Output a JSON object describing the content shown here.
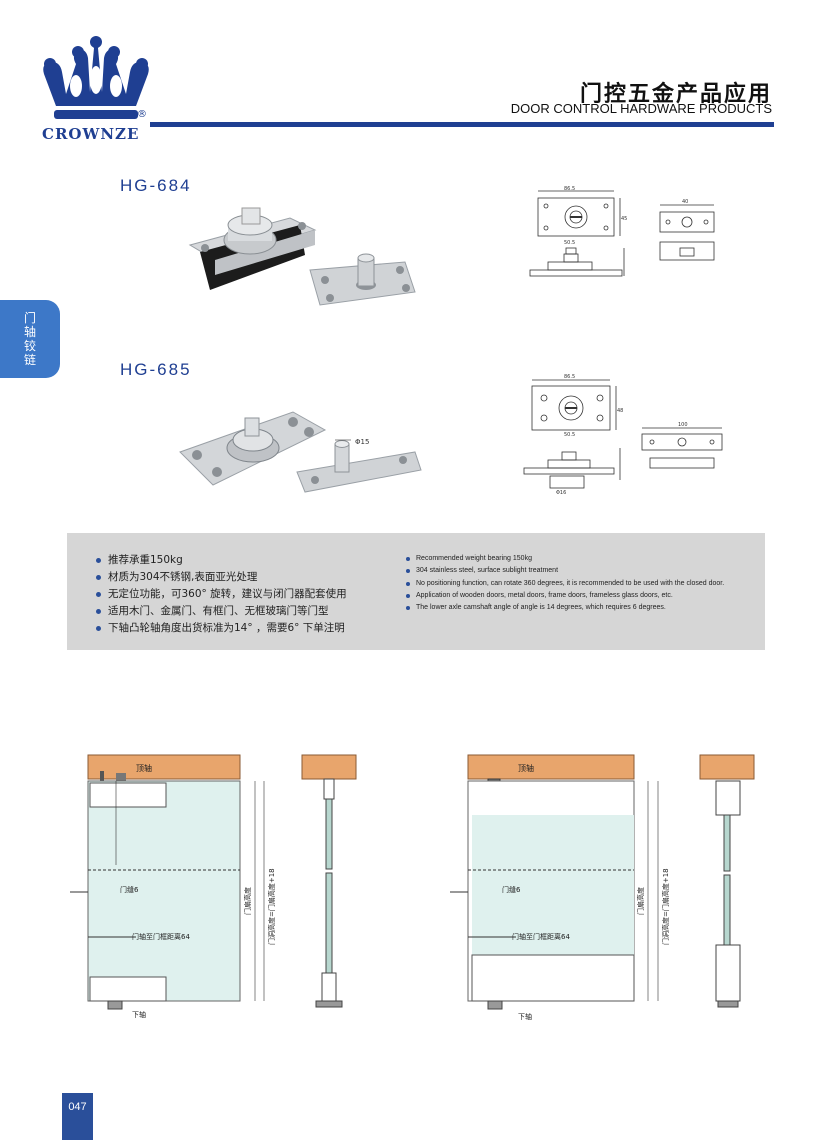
{
  "header": {
    "brand": "CROWNZE",
    "registered_mark": "®",
    "title_cn": "门控五金产品应用",
    "title_en": "DOOR CONTROL HARDWARE PRODUCTS",
    "brand_color": "#1f3f92"
  },
  "side_tab": {
    "label": "门轴铰链",
    "color": "#3d78c8"
  },
  "products": [
    {
      "model": "HG-684",
      "dim_top_width": "86.5",
      "dim_inner": "50.5",
      "dim_side": "45",
      "dim_right_top": "40"
    },
    {
      "model": "HG-685",
      "dim_top_width": "86.5",
      "dim_inner": "50.5",
      "dim_side": "48",
      "dim_right_top": "100",
      "dim_pin": "Φ15",
      "dim_base": "Φ16"
    }
  ],
  "specs_cn": [
    "推荐承重150kg",
    "材质为304不锈钢,表面亚光处理",
    "无定位功能，可360° 旋转，建议与闭门器配套使用",
    "适用木门、金属门、有框门、无框玻璃门等门型",
    "下轴凸轮轴角度出货标准为14° ，需要6° 下单注明"
  ],
  "specs_en": [
    "Recommended weight bearing 150kg",
    "304 stainless steel, surface sublight treatment",
    "No positioning function, can rotate 360 degrees, it is recommended to be used with the closed door.",
    "Application of wooden doors, metal doors, frame doors, frameless glass doors, etc.",
    "The lower axle camshaft angle of angle is 14 degrees, which requires 6 degrees."
  ],
  "installation": {
    "top_axis": "顶轴",
    "bottom_axis": "下轴",
    "door_gap": "门缝6",
    "axis_distance": "门轴至门框距离64",
    "door_height": "门扇高度",
    "opening_height": "门洞高度=门扇高度+18"
  },
  "page_number": "047"
}
